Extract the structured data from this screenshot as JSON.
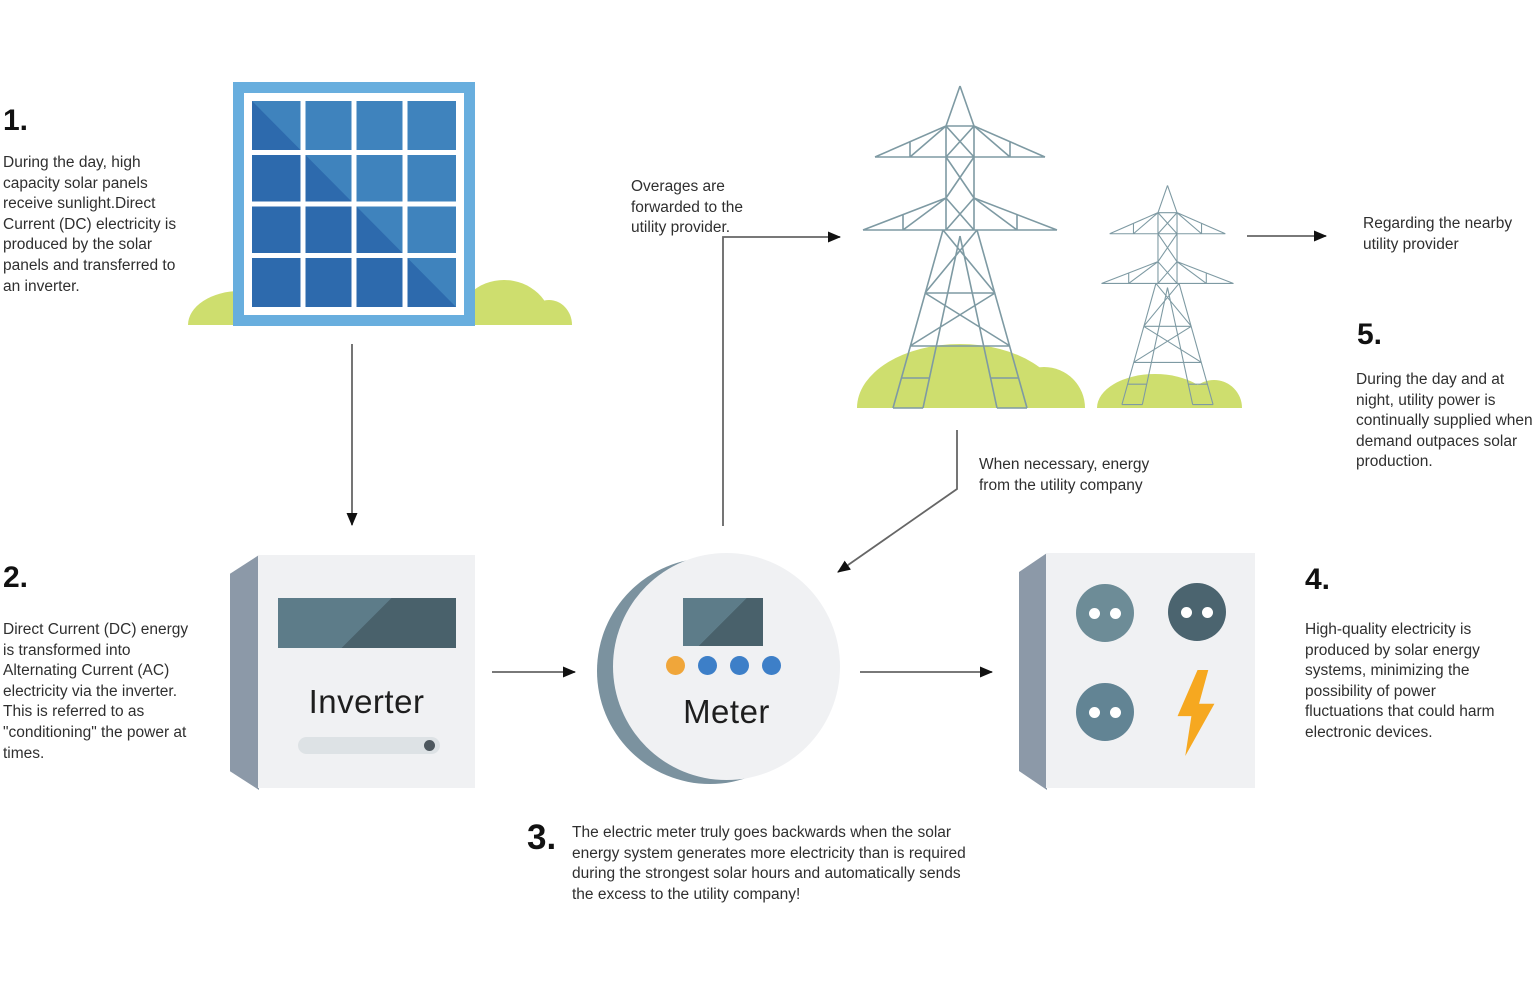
{
  "steps": [
    {
      "number": "1.",
      "text": "During the day, high capacity solar panels receive sunlight.Direct Current (DC) electricity is produced by the solar panels and transferred to an inverter."
    },
    {
      "number": "2.",
      "text": "Direct Current (DC) energy is transformed into Alternating Current (AC) electricity via the inverter. This is referred to as \"conditioning\" the power at times."
    },
    {
      "number": "3.",
      "text": "The electric meter truly goes backwards when the solar energy system generates more electricity than is required during the strongest solar hours and automatically sends the excess to the utility company!"
    },
    {
      "number": "4.",
      "text": "High-quality electricity is produced by solar energy systems, minimizing the possibility of power fluctuations that could harm electronic devices."
    },
    {
      "number": "5.",
      "text": "During the day and at night, utility power is continually supplied when demand outpaces solar production."
    }
  ],
  "annotations": {
    "overages": "Overages are forwarded to the utility provider.",
    "when_necessary": "When necessary, energy from the utility company",
    "regarding": "Regarding the nearby utility provider"
  },
  "devices": {
    "inverter_label": "Inverter",
    "meter_label": "Meter"
  },
  "icons": [
    "solar-panel-icon",
    "power-tower-icon",
    "outlet-icon",
    "lightning-bolt-icon"
  ],
  "colors": {
    "text": "#2f2f2f",
    "panel_frame": "#68aede",
    "panel_light": "#3f83bd",
    "panel_dark": "#2d6aad",
    "bush_green": "#cede6e",
    "device_face": "#f0f1f3",
    "device_side": "#8c99a8",
    "screen_light": "#5d7c89",
    "screen_dark": "#49616b",
    "meter_shadow": "#7b929f",
    "dot_orange": "#f0a63a",
    "dot_blue": "#3d7fc8",
    "outlet_light": "#6d8c97",
    "outlet_dark": "#4b646f",
    "outlet_mid": "#628494",
    "bolt_orange": "#f6a820",
    "tower_stroke": "#7e9aa3",
    "arrow_line": "#666666",
    "arrow_head": "#111111"
  }
}
